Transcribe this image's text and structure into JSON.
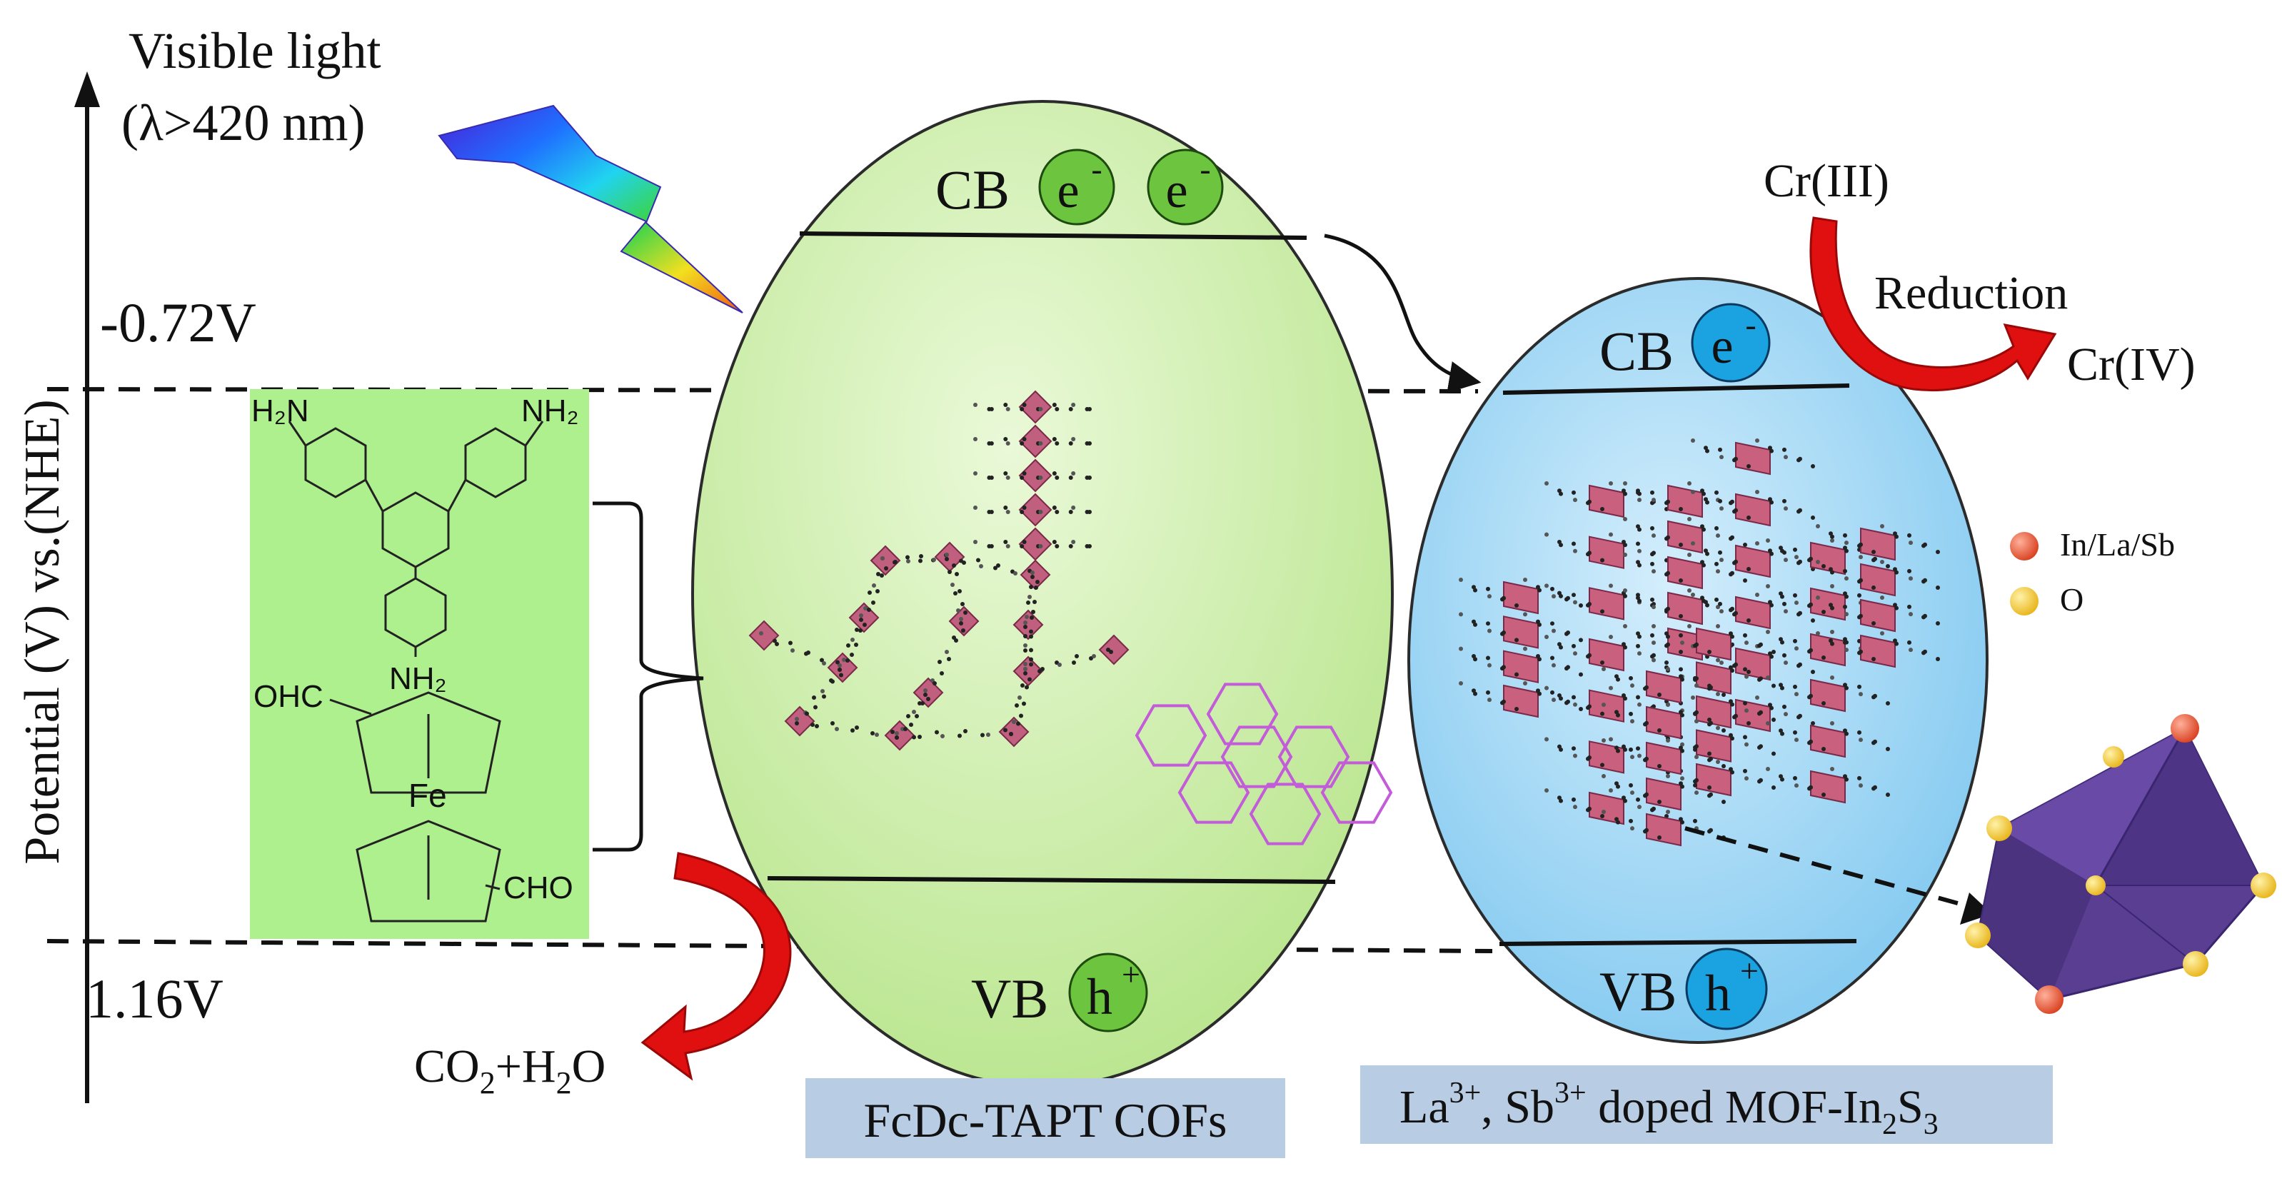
{
  "light": {
    "line1": "Visible light",
    "line2": "(λ>420 nm)"
  },
  "axis": {
    "label": "Potential (V) vs.(NHE)",
    "top_value": "-0.72V",
    "bottom_value": "1.16V"
  },
  "cof": {
    "cb_label": "CB",
    "vb_label": "VB",
    "electron": "e",
    "electron_sup": "-",
    "hole": "h",
    "hole_sup": "+",
    "name": "FcDc-TAPT COFs",
    "colors": {
      "fill": "#cdf0a8",
      "badge": "#6dc43e"
    }
  },
  "mof": {
    "cb_label": "CB",
    "vb_label": "VB",
    "electron": "e",
    "electron_sup": "-",
    "hole": "h",
    "hole_sup": "+",
    "name_p1": "La",
    "name_sup1": "3+",
    "name_p2": ", Sb",
    "name_sup2": "3+",
    "name_p3": " doped MOF-In",
    "name_sub": "2",
    "name_p4": "S",
    "name_sub2": "3",
    "colors": {
      "fill": "#a6d8f4",
      "badge": "#1aa3e0"
    }
  },
  "reaction": {
    "reactant": "Cr(III)",
    "process": "Reduction",
    "product": "Cr(IV)"
  },
  "oxidation": {
    "p1": "CO",
    "sub1": "2",
    "p2": "+H",
    "sub2": "2",
    "p3": "O"
  },
  "molecule": {
    "nh2_left": "H₂N",
    "nh2_right": "NH₂",
    "nh2_bottom": "NH₂",
    "oh_c": "OHC",
    "cho": "CHO",
    "fe": "Fe"
  },
  "legend": [
    {
      "label": "In/La/Sb",
      "color": "#e0553a"
    },
    {
      "label": "O",
      "color": "#f2c430"
    }
  ],
  "colors": {
    "arrow_red": "#e01010",
    "label_box": "#b8cce4",
    "polyhedron": "#5a3e92",
    "framework_pink": "#c0607e"
  }
}
